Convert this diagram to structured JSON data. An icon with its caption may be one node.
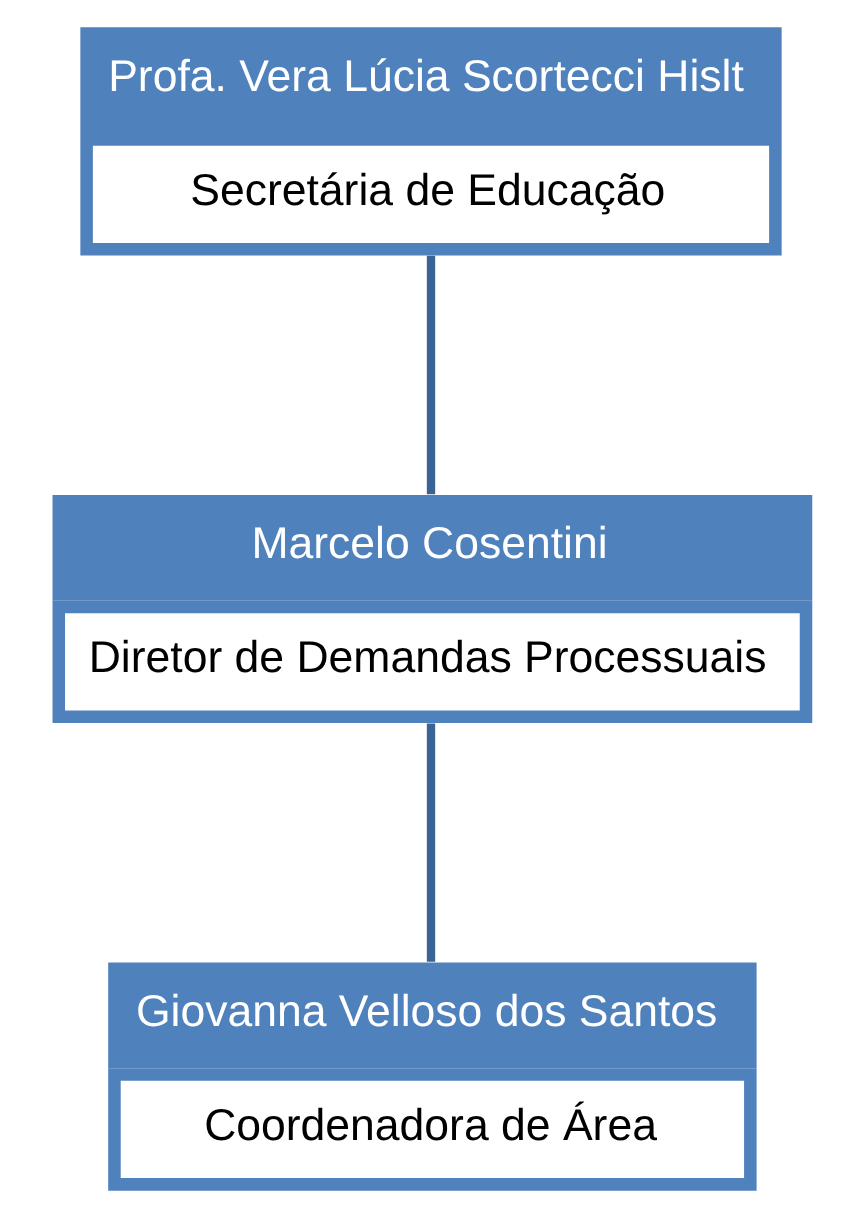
{
  "diagram": {
    "nodes": [
      {
        "text": [
          "Profa. Vera Lúcia Scortecci Hislt",
          "Secretária de Educação"
        ]
      },
      {
        "text": [
          "Marcelo Cosentini",
          "Diretor de Demandas Processuais"
        ]
      },
      {
        "text": [
          "Giovanna Velloso dos Santos",
          "Coordenadora de Área"
        ]
      }
    ],
    "edges": [
      {
        "from": 0,
        "to": 1,
        "arrow": "none"
      },
      {
        "from": 1,
        "to": 2,
        "arrow": "none"
      }
    ]
  }
}
